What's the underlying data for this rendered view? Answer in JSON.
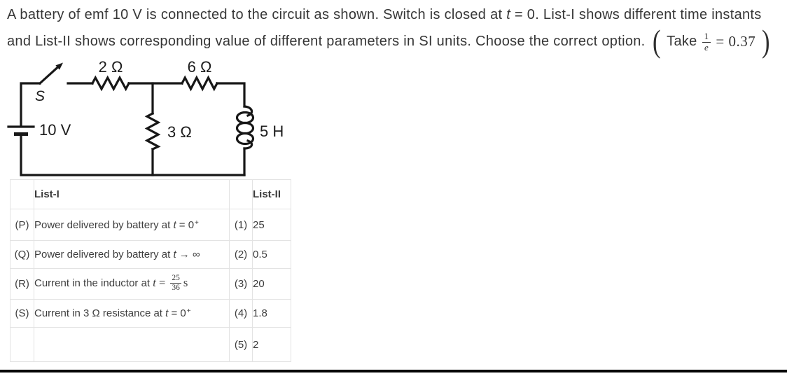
{
  "problem": {
    "line1_a": "A battery of emf 10 V is connected to the circuit as shown. Switch is closed at ",
    "line1_t": "t",
    "line1_b": " = 0. List-I shows different time instants",
    "line2": "and List-II shows corresponding value of different parameters in SI units. Choose the correct option.",
    "take": {
      "open_paren": "(",
      "label": "Take",
      "frac_num": "1",
      "frac_den": "e",
      "equals_value": "= 0.37",
      "close_paren": ")"
    }
  },
  "circuit": {
    "switch_label": "S",
    "battery_label": "10 V",
    "resistor_2ohm": "2 Ω",
    "resistor_6ohm": "6 Ω",
    "resistor_3ohm": "3 Ω",
    "inductor_label": "5 H"
  },
  "table": {
    "list1_header": "List-I",
    "list2_header": "List-II",
    "rows": [
      {
        "key": "(P)",
        "text": "Power delivered by battery at ",
        "t": "t",
        "rest": " = 0",
        "sup": "+"
      },
      {
        "key": "(Q)",
        "text": "Power delivered by battery at ",
        "t": "t",
        "rest": " → ∞"
      },
      {
        "key": "(R)",
        "text": "Current in the inductor at ",
        "t": "t",
        "eq": " = ",
        "frac_num": "25",
        "frac_den": "36",
        "unit": "s"
      },
      {
        "key": "(S)",
        "text": "Current in 3 Ω resistance at ",
        "t": "t",
        "rest": " = 0",
        "sup": "+"
      }
    ],
    "options": [
      {
        "key": "(1)",
        "value": "25"
      },
      {
        "key": "(2)",
        "value": "0.5"
      },
      {
        "key": "(3)",
        "value": "20"
      },
      {
        "key": "(4)",
        "value": "1.8"
      },
      {
        "key": "(5)",
        "value": "2"
      }
    ]
  },
  "colors": {
    "text": "#383838",
    "circuit_stroke": "#171717",
    "table_border": "#e3e3e3",
    "divider": "#060606"
  }
}
